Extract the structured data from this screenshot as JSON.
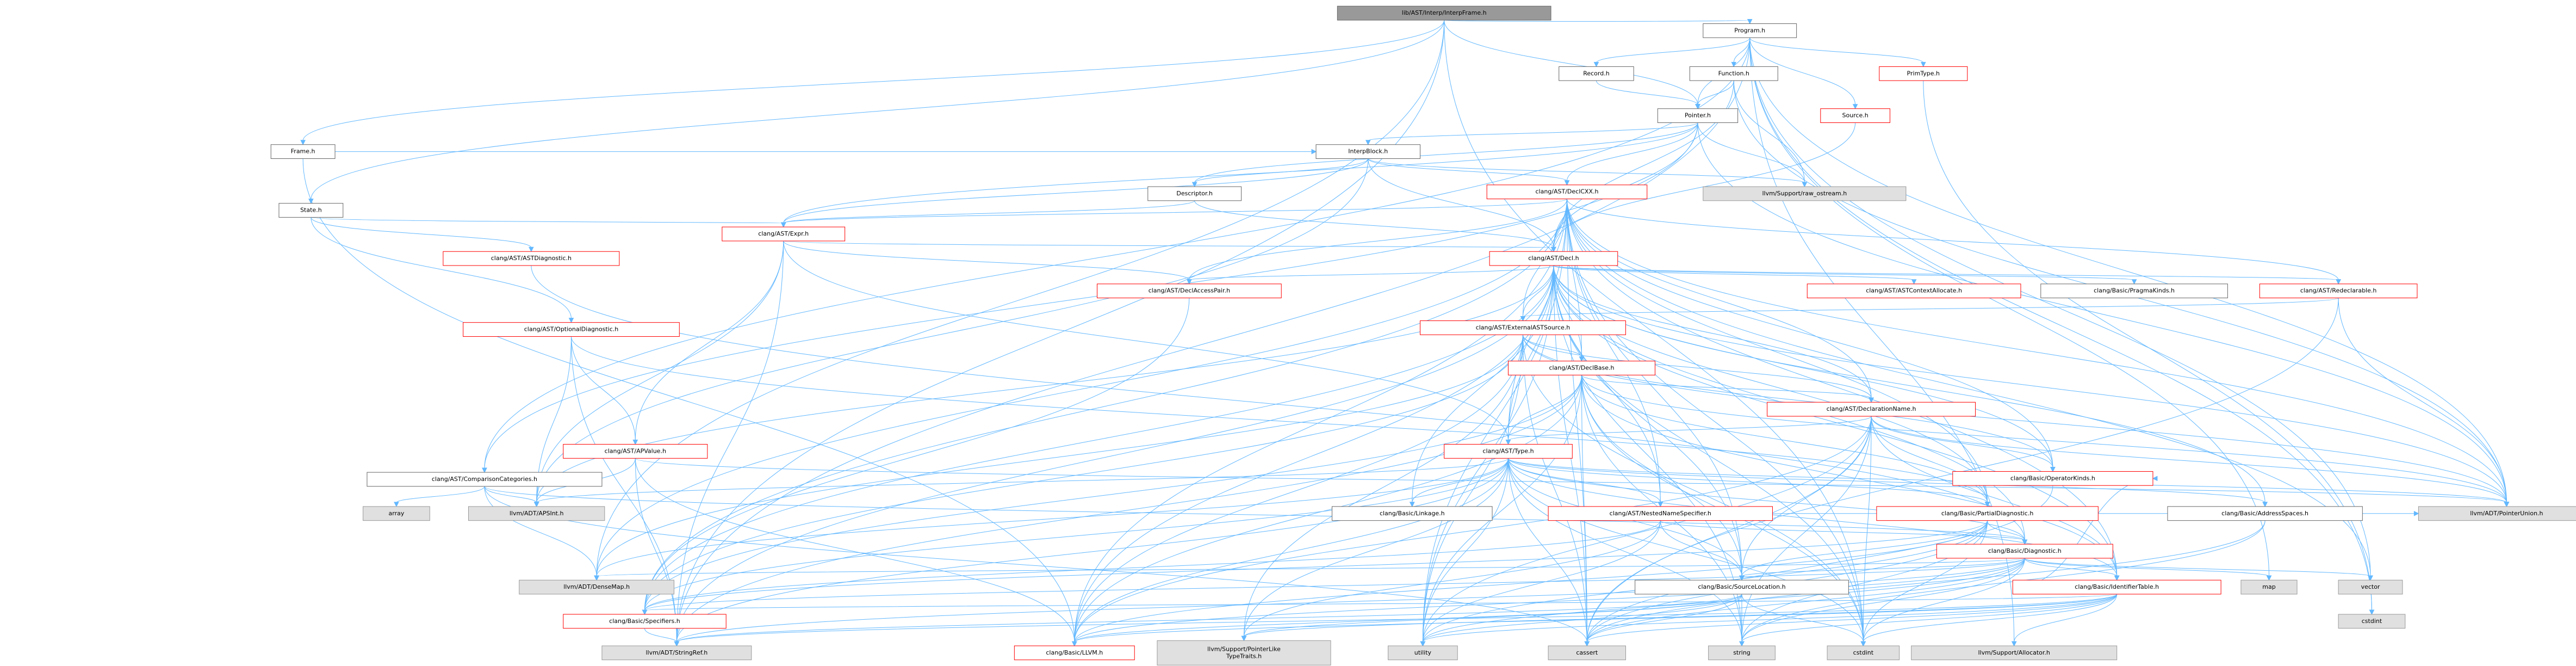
{
  "colors": {
    "root_fill": "#999999",
    "node_fill": "#ffffff",
    "node_stroke": "#ff0000",
    "external_fill": "#e0e0e0",
    "external_stroke": "#999999",
    "edge": "#63b8ff",
    "text": "#000000",
    "red_text": "#000000"
  },
  "nodes": [
    {
      "id": "root",
      "label": "lib/AST/Interp/InterpFrame.h",
      "kind": "root"
    },
    {
      "id": "program",
      "label": "Program.h",
      "kind": "normal"
    },
    {
      "id": "record",
      "label": "Record.h",
      "kind": "normal"
    },
    {
      "id": "function",
      "label": "Function.h",
      "kind": "normal"
    },
    {
      "id": "primtype",
      "label": "PrimType.h",
      "kind": "red"
    },
    {
      "id": "pointer",
      "label": "Pointer.h",
      "kind": "normal"
    },
    {
      "id": "source",
      "label": "Source.h",
      "kind": "red"
    },
    {
      "id": "frame",
      "label": "Frame.h",
      "kind": "normal"
    },
    {
      "id": "interpblock",
      "label": "InterpBlock.h",
      "kind": "normal"
    },
    {
      "id": "state",
      "label": "State.h",
      "kind": "normal"
    },
    {
      "id": "descriptor",
      "label": "Descriptor.h",
      "kind": "normal"
    },
    {
      "id": "declcxx",
      "label": "clang/AST/DeclCXX.h",
      "kind": "red"
    },
    {
      "id": "rawostream",
      "label": "llvm/Support/raw_ostream.h",
      "kind": "ext"
    },
    {
      "id": "expr",
      "label": "clang/AST/Expr.h",
      "kind": "red"
    },
    {
      "id": "astdiag",
      "label": "clang/AST/ASTDiagnostic.h",
      "kind": "red"
    },
    {
      "id": "decl",
      "label": "clang/AST/Decl.h",
      "kind": "red"
    },
    {
      "id": "optdiag",
      "label": "clang/AST/OptionalDiagnostic.h",
      "kind": "red"
    },
    {
      "id": "declaccess",
      "label": "clang/AST/DeclAccessPair.h",
      "kind": "red"
    },
    {
      "id": "astctxalloc",
      "label": "clang/AST/ASTContextAllocate.h",
      "kind": "red"
    },
    {
      "id": "pragmakinds",
      "label": "clang/Basic/PragmaKinds.h",
      "kind": "normal"
    },
    {
      "id": "redeclarable",
      "label": "clang/AST/Redeclarable.h",
      "kind": "red"
    },
    {
      "id": "extsource",
      "label": "clang/AST/ExternalASTSource.h",
      "kind": "red"
    },
    {
      "id": "declbase",
      "label": "clang/AST/DeclBase.h",
      "kind": "red"
    },
    {
      "id": "declname",
      "label": "clang/AST/DeclarationName.h",
      "kind": "red"
    },
    {
      "id": "cmpcat",
      "label": "clang/AST/ComparisonCategories.h",
      "kind": "normal"
    },
    {
      "id": "apvalue",
      "label": "clang/AST/APValue.h",
      "kind": "red"
    },
    {
      "id": "type",
      "label": "clang/AST/Type.h",
      "kind": "red"
    },
    {
      "id": "opkinds",
      "label": "clang/Basic/OperatorKinds.h",
      "kind": "red"
    },
    {
      "id": "array",
      "label": "array",
      "kind": "ext"
    },
    {
      "id": "apsint",
      "label": "llvm/ADT/APSInt.h",
      "kind": "ext"
    },
    {
      "id": "linkage",
      "label": "clang/Basic/Linkage.h",
      "kind": "normal"
    },
    {
      "id": "nns",
      "label": "clang/AST/NestedNameSpecifier.h",
      "kind": "red"
    },
    {
      "id": "partdiag",
      "label": "clang/Basic/PartialDiagnostic.h",
      "kind": "red"
    },
    {
      "id": "addrspaces",
      "label": "clang/Basic/AddressSpaces.h",
      "kind": "normal"
    },
    {
      "id": "ptrunion",
      "label": "llvm/ADT/PointerUnion.h",
      "kind": "ext"
    },
    {
      "id": "diagnostic",
      "label": "clang/Basic/Diagnostic.h",
      "kind": "red"
    },
    {
      "id": "densemap",
      "label": "llvm/ADT/DenseMap.h",
      "kind": "ext"
    },
    {
      "id": "srcloc",
      "label": "clang/Basic/SourceLocation.h",
      "kind": "normal"
    },
    {
      "id": "identtable",
      "label": "clang/Basic/IdentifierTable.h",
      "kind": "red"
    },
    {
      "id": "map",
      "label": "map",
      "kind": "ext"
    },
    {
      "id": "vector",
      "label": "vector",
      "kind": "ext"
    },
    {
      "id": "specifiers",
      "label": "clang/Basic/Specifiers.h",
      "kind": "red"
    },
    {
      "id": "stringref",
      "label": "llvm/ADT/StringRef.h",
      "kind": "ext"
    },
    {
      "id": "llvmh",
      "label": "clang/Basic/LLVM.h",
      "kind": "red"
    },
    {
      "id": "ptrtraits",
      "label": "llvm/Support/PointerLike\nTypeTraits.h",
      "kind": "ext"
    },
    {
      "id": "utility",
      "label": "utility",
      "kind": "ext"
    },
    {
      "id": "cassert",
      "label": "cassert",
      "kind": "ext"
    },
    {
      "id": "string",
      "label": "string",
      "kind": "ext"
    },
    {
      "id": "cstdint",
      "label": "cstdint",
      "kind": "ext"
    },
    {
      "id": "allocator",
      "label": "llvm/Support/Allocator.h",
      "kind": "ext"
    },
    {
      "id": "cstdint2",
      "label": "cstdint",
      "kind": "ext"
    }
  ]
}
